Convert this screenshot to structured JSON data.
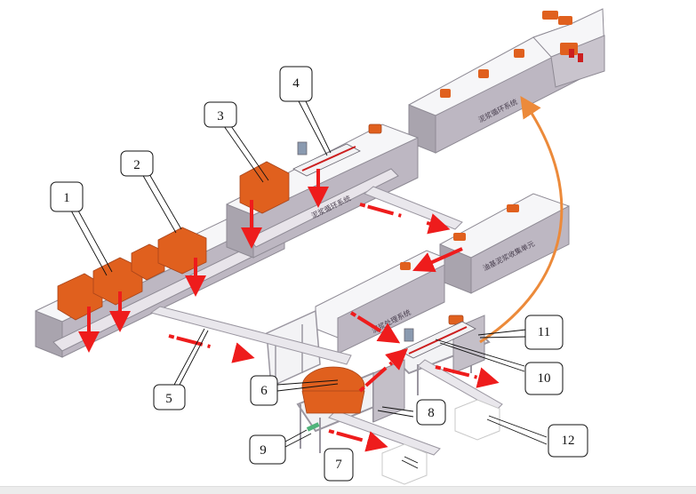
{
  "diagram": {
    "title": "Mud circulation and processing system layout",
    "callouts": [
      {
        "id": "1",
        "label": "1",
        "target": "shale-shaker-1"
      },
      {
        "id": "2",
        "label": "2",
        "target": "shale-shaker-2"
      },
      {
        "id": "3",
        "label": "3",
        "target": "shale-shaker-3"
      },
      {
        "id": "4",
        "label": "4",
        "target": "centrifuge-upper"
      },
      {
        "id": "5",
        "label": "5",
        "target": "screw-conveyor-main"
      },
      {
        "id": "6",
        "label": "6",
        "target": "vertical-cuttings-dryer"
      },
      {
        "id": "7",
        "label": "7",
        "target": "cuttings-box-left"
      },
      {
        "id": "8",
        "label": "8",
        "target": "control-panel"
      },
      {
        "id": "9",
        "label": "9",
        "target": "discharge-pipe"
      },
      {
        "id": "10",
        "label": "10",
        "target": "centrifuge-lower"
      },
      {
        "id": "11",
        "label": "11",
        "target": "collection-tank"
      },
      {
        "id": "12",
        "label": "12",
        "target": "cuttings-box-right"
      }
    ],
    "tank_labels": {
      "circulation_tank": "泥浆循环系统",
      "trough_upper": "泥浆循环系统",
      "collection_unit": "油基泥浆收集单元",
      "process_tank": "泥浆处理系统"
    },
    "colors": {
      "equipment": "#e0601e",
      "flow_arrow": "#ee1c1c",
      "return_line": "#ec8a3a",
      "tank_side": "#bdb7c2",
      "tank_top": "#f6f6f8",
      "tank_edge": "#8e8a94"
    }
  }
}
